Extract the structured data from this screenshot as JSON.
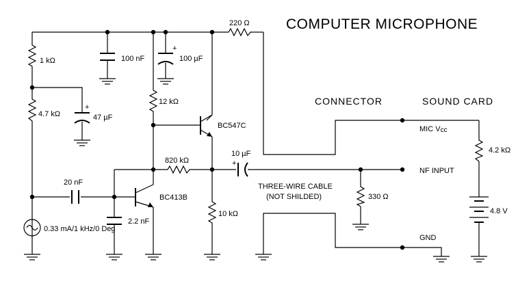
{
  "title": "COMPUTER MICROPHONE",
  "headers": {
    "connector": "CONNECTOR",
    "sound_card": "SOUND CARD"
  },
  "components": {
    "r_1k": "1 kΩ",
    "r_4k7": "4.7 kΩ",
    "c_100n": "100 nF",
    "c_100u": "100 µF",
    "r_220": "220 Ω",
    "c_47u": "47 µF",
    "r_12k": "12 kΩ",
    "q_bc547c": "BC547C",
    "r_820k": "820 kΩ",
    "c_10u": "10 µF",
    "c_20n": "20 nF",
    "q_bc413b": "BC413B",
    "c_2n2": "2.2 nF",
    "r_10k": "10 kΩ",
    "r_330": "330 Ω",
    "r_4k2": "4.2 kΩ",
    "v_4v8": "4.8 V",
    "source": "0.33 mA/1 kHz/0 Deg"
  },
  "signals": {
    "mic_vcc_prefix": "MIC V",
    "mic_vcc_sub": "cc",
    "nf_input": "NF INPUT",
    "gnd": "GND"
  },
  "cable": {
    "line1": "THREE-WIRE CABLE",
    "line2": "(NOT SHILDED)"
  }
}
